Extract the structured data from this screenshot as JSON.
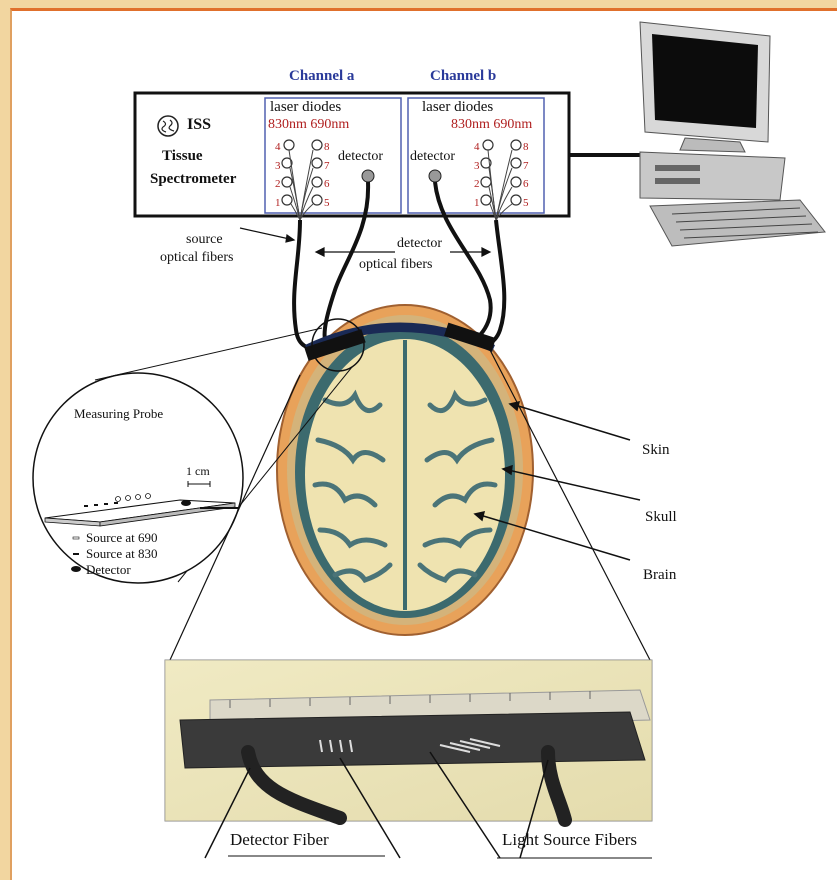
{
  "channels": {
    "a": "Channel a",
    "b": "Channel b"
  },
  "instrument": {
    "brand": "ISS",
    "name_line1": "Tissue",
    "name_line2": "Spectrometer"
  },
  "channel_a": {
    "laser_label": "laser diodes",
    "wavelengths": "830nm 690nm",
    "detector_label": "detector",
    "fiber_numbers_left": [
      "4",
      "3",
      "2",
      "1"
    ],
    "fiber_numbers_right": [
      "8",
      "7",
      "6",
      "5"
    ]
  },
  "channel_b": {
    "laser_label": "laser diodes",
    "wavelengths": "830nm 690nm",
    "detector_label": "detector",
    "fiber_numbers_left": [
      "4",
      "3",
      "2",
      "1"
    ],
    "fiber_numbers_right": [
      "8",
      "7",
      "6",
      "5"
    ]
  },
  "fiber_labels": {
    "source_line1": "source",
    "source_line2": "optical fibers",
    "detector_line1": "detector",
    "detector_line2": "optical fibers"
  },
  "probe_inset": {
    "title": "Measuring Probe",
    "scale": "1 cm",
    "legend": [
      "Source at 690",
      "Source at 830",
      "Detector"
    ]
  },
  "anatomy_labels": [
    "Skin",
    "Skull",
    "Brain"
  ],
  "photo_labels": {
    "detector_fiber": "Detector Fiber",
    "light_source_fibers": "Light Source Fibers"
  },
  "colors": {
    "channel_title": "#2a3a9a",
    "wavelength": "#b01f1f",
    "border": "#e0702c"
  }
}
